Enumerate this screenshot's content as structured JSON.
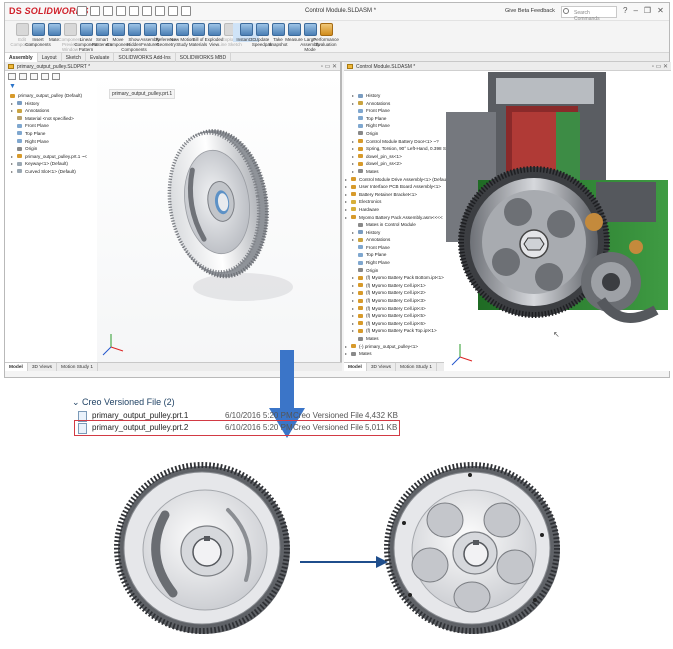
{
  "app": {
    "logo": "SOLIDWORKS",
    "title": "Control Module.SLDASM *",
    "beta_link": "Give Beta Feedback",
    "search_placeholder": "Search Commands",
    "window_controls": [
      "?",
      "–",
      "❐",
      "✕"
    ]
  },
  "ribbon": [
    {
      "label": "Edit Component",
      "icon": "edit-component-icon",
      "state": "dim"
    },
    {
      "label": "Insert Components",
      "icon": "insert-components-icon"
    },
    {
      "label": "Mate",
      "icon": "mate-icon"
    },
    {
      "label": "Component Preview Window",
      "icon": "component-preview-icon",
      "state": "dim"
    },
    {
      "label": "Linear Component Pattern",
      "icon": "linear-pattern-icon"
    },
    {
      "label": "Smart Fasteners",
      "icon": "smart-fasteners-icon"
    },
    {
      "label": "Move Component",
      "icon": "move-component-icon"
    },
    {
      "label": "Show Hidden Components",
      "icon": "show-hidden-icon"
    },
    {
      "label": "Assembly Features",
      "icon": "assembly-features-icon"
    },
    {
      "label": "Reference Geometry",
      "icon": "reference-geometry-icon"
    },
    {
      "label": "New Motion Study",
      "icon": "motion-study-icon"
    },
    {
      "label": "Bill of Materials",
      "icon": "bom-icon"
    },
    {
      "label": "Exploded View",
      "icon": "exploded-view-icon"
    },
    {
      "label": "Explode Line Sketch",
      "icon": "explode-line-icon",
      "state": "dim"
    },
    {
      "label": "Instant3D",
      "icon": "instant3d-icon",
      "state": "sel"
    },
    {
      "label": "Update Speedpak",
      "icon": "speedpak-icon"
    },
    {
      "label": "Take Snapshot",
      "icon": "snapshot-icon"
    },
    {
      "label": "Measure",
      "icon": "measure-icon"
    },
    {
      "label": "Large Assembly Mode",
      "icon": "large-assembly-icon"
    },
    {
      "label": "Performance Evaluation",
      "icon": "performance-icon",
      "state": "act"
    }
  ],
  "command_tabs": [
    "Assembly",
    "Layout",
    "Sketch",
    "Evaluate",
    "SOLIDWORKS Add-Ins",
    "SOLIDWORKS MBD"
  ],
  "left_pane": {
    "header": "primary_output_pulley.SLDPRT *",
    "breadcrumb": "primary_output_pulley.prt.1",
    "tree": [
      {
        "label": "primary_output_pulley (Default)",
        "indent": 0,
        "color": "#d79a2b"
      },
      {
        "label": "History",
        "indent": 1,
        "color": "#7a9cc0",
        "exp": true
      },
      {
        "label": "Annotations",
        "indent": 1,
        "color": "#c9a340",
        "exp": true
      },
      {
        "label": "Material <not specified>",
        "indent": 1,
        "color": "#b6a06c"
      },
      {
        "label": "Front Plane",
        "indent": 1,
        "color": "#7fa7cf"
      },
      {
        "label": "Top Plane",
        "indent": 1,
        "color": "#7fa7cf"
      },
      {
        "label": "Right Plane",
        "indent": 1,
        "color": "#7fa7cf"
      },
      {
        "label": "Origin",
        "indent": 1,
        "color": "#888888"
      },
      {
        "label": "primary_output_pulley.prt.1 ~<",
        "indent": 1,
        "color": "#d79a2b",
        "exp": true
      },
      {
        "label": "Keyway<1> (Default)",
        "indent": 1,
        "color": "#9aa7b2",
        "exp": true
      },
      {
        "label": "Curved Slot<1> (Default)",
        "indent": 1,
        "color": "#9aa7b2",
        "exp": true
      }
    ],
    "tabs": [
      "Model",
      "3D Views",
      "Motion Study 1"
    ]
  },
  "right_pane": {
    "header": "Control Module.SLDASM *",
    "tree": [
      {
        "label": "History",
        "indent": 1,
        "color": "#7a9cc0",
        "exp": true
      },
      {
        "label": "Annotations",
        "indent": 1,
        "color": "#c9a340",
        "exp": true
      },
      {
        "label": "Front Plane",
        "indent": 1,
        "color": "#7fa7cf"
      },
      {
        "label": "Top Plane",
        "indent": 1,
        "color": "#7fa7cf"
      },
      {
        "label": "Right Plane",
        "indent": 1,
        "color": "#7fa7cf"
      },
      {
        "label": "Origin",
        "indent": 1,
        "color": "#888888"
      },
      {
        "label": "Control Module Battery Door<1> ~?",
        "indent": 1,
        "color": "#d79a2b",
        "exp": true
      },
      {
        "label": "Spring, Torsion, 90° Left-Hand, 0.398 Spr",
        "indent": 1,
        "color": "#d79a2b",
        "exp": true
      },
      {
        "label": "dowel_pin_ss<1>",
        "indent": 1,
        "color": "#d79a2b",
        "exp": true
      },
      {
        "label": "dowel_pin_ss<2>",
        "indent": 1,
        "color": "#d79a2b",
        "exp": true
      },
      {
        "label": "Mates",
        "indent": 1,
        "color": "#8a8a8a",
        "exp": true
      },
      {
        "label": "Control Module Drive Assembly<1> (Default)",
        "indent": 0,
        "color": "#d79a2b",
        "exp": true
      },
      {
        "label": "User Interface PCB Board Assembly<1>",
        "indent": 0,
        "color": "#d79a2b",
        "exp": true
      },
      {
        "label": "Battery Retainer Bracket<1>",
        "indent": 0,
        "color": "#d79a2b",
        "exp": true
      },
      {
        "label": "Electronics",
        "indent": 0,
        "color": "#d7b03a",
        "exp": true
      },
      {
        "label": "Hardware",
        "indent": 0,
        "color": "#d7b03a",
        "exp": true
      },
      {
        "label": "Myomo Battery Pack Assembly.asm<<<<",
        "indent": 0,
        "color": "#d79a2b",
        "exp": true
      },
      {
        "label": "Mates in Control Module",
        "indent": 1,
        "color": "#8a8a8a"
      },
      {
        "label": "History",
        "indent": 1,
        "color": "#7a9cc0",
        "exp": true
      },
      {
        "label": "Annotations",
        "indent": 1,
        "color": "#c9a340",
        "exp": true
      },
      {
        "label": "Front Plane",
        "indent": 1,
        "color": "#7fa7cf"
      },
      {
        "label": "Top Plane",
        "indent": 1,
        "color": "#7fa7cf"
      },
      {
        "label": "Right Plane",
        "indent": 1,
        "color": "#7fa7cf"
      },
      {
        "label": "Origin",
        "indent": 1,
        "color": "#888888"
      },
      {
        "label": "(f) Myomo Battery Pack Bottom.ipt<1>",
        "indent": 1,
        "color": "#d79a2b",
        "exp": true
      },
      {
        "label": "(f) Myomo Battery Cell.ipt<1>",
        "indent": 1,
        "color": "#d79a2b",
        "exp": true
      },
      {
        "label": "(f) Myomo Battery Cell.ipt<2>",
        "indent": 1,
        "color": "#d79a2b",
        "exp": true
      },
      {
        "label": "(f) Myomo Battery Cell.ipt<3>",
        "indent": 1,
        "color": "#d79a2b",
        "exp": true
      },
      {
        "label": "(f) Myomo Battery Cell.ipt<4>",
        "indent": 1,
        "color": "#d79a2b",
        "exp": true
      },
      {
        "label": "(f) Myomo Battery Cell.ipt<5>",
        "indent": 1,
        "color": "#d79a2b",
        "exp": true
      },
      {
        "label": "(f) Myomo Battery Cell.ipt<6>",
        "indent": 1,
        "color": "#d79a2b",
        "exp": true
      },
      {
        "label": "(f) Myomo Battery Pack Top.ipt<1>",
        "indent": 1,
        "color": "#d79a2b",
        "exp": true
      },
      {
        "label": "Mates",
        "indent": 1,
        "color": "#8a8a8a"
      },
      {
        "label": "(-) primary_output_pulley<1>",
        "indent": 0,
        "color": "#d79a2b",
        "exp": true
      },
      {
        "label": "Mates",
        "indent": 0,
        "color": "#8a8a8a",
        "exp": true
      }
    ],
    "tabs": [
      "Model",
      "3D Views",
      "Motion Study 1"
    ]
  },
  "explorer": {
    "group": "Creo Versioned File (2)",
    "files": [
      {
        "name": "primary_output_pulley.prt.1",
        "date": "6/10/2016 5:20 PM",
        "type": "Creo Versioned File",
        "size": "4,432 KB"
      },
      {
        "name": "primary_output_pulley.prt.2",
        "date": "6/10/2016 5:20 PM",
        "type": "Creo Versioned File",
        "size": "5,011 KB"
      }
    ]
  },
  "colors": {
    "highlight": "#d23a44",
    "arrow": "#3b75c8",
    "connector": "#1f4e8c",
    "pcb_green": "#2f7d33"
  }
}
